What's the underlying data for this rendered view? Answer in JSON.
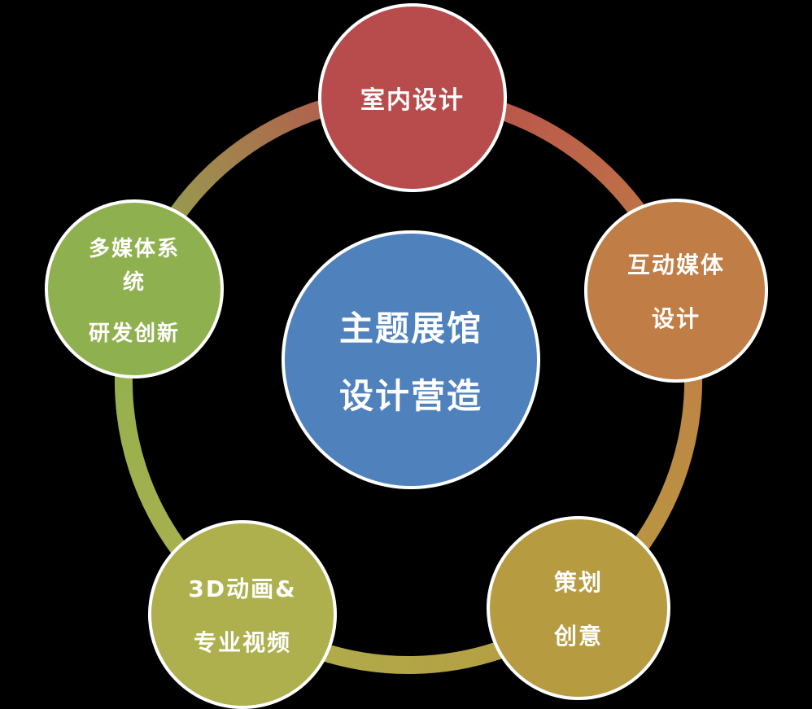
{
  "diagram": {
    "center": {
      "lines": [
        "主题展馆",
        "设计营造"
      ],
      "color": "#4f81bd"
    },
    "nodes": [
      {
        "id": "interior-design",
        "lines": [
          "室内设计"
        ],
        "color": "#b84b4c"
      },
      {
        "id": "interactive-media-design",
        "lines": [
          "互动媒体",
          "设计"
        ],
        "color": "#c07d45"
      },
      {
        "id": "planning-creative",
        "lines": [
          "策划",
          "创意"
        ],
        "color": "#b79b41"
      },
      {
        "id": "3d-animation-video",
        "lines": [
          "3D动画&",
          "专业视频"
        ],
        "color": "#adb04d"
      },
      {
        "id": "multimedia-system-rd",
        "lines": [
          "多媒体系",
          "统",
          "研发创新"
        ],
        "color": "#8fb04f"
      }
    ],
    "ring": {
      "stroke_width": 22,
      "segment_colors": [
        "#b84b4c",
        "#c07d45",
        "#b79b41",
        "#adb04d",
        "#8fb04f"
      ]
    }
  }
}
